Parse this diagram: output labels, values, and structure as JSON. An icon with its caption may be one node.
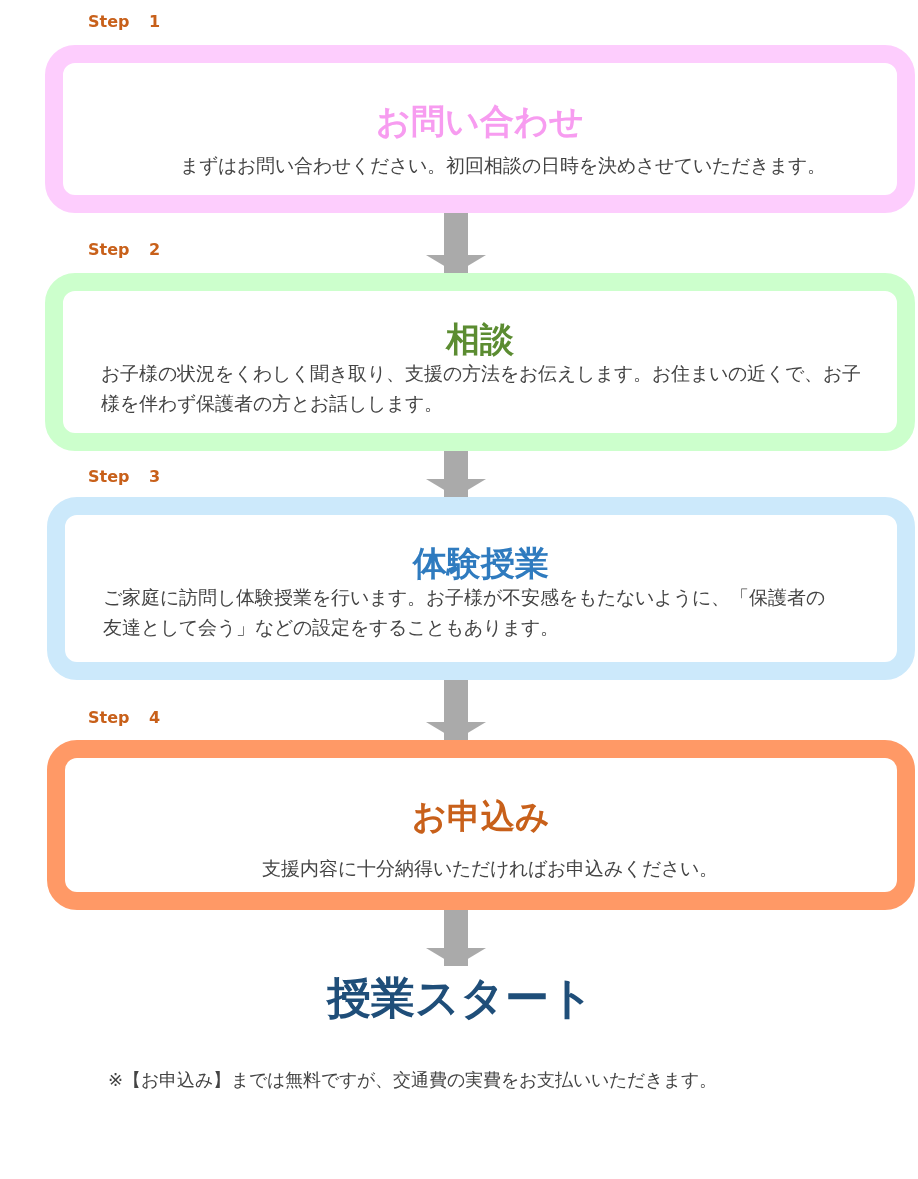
{
  "diagram": {
    "nodes": [
      {
        "text": [
          "お問い合わせ",
          "まずはお問い合わせください。初回相談の日時を決めさせていただきます。"
        ],
        "beside": [
          "Step 1"
        ]
      },
      {
        "text": [
          "相談",
          "お子様の状況をくわしく聞き取り、支援の方法をお伝えします。お住まいの近くで、お子様を伴わず保護者の方とお話しします。"
        ],
        "beside": [
          "Step 2"
        ]
      },
      {
        "text": [
          "体験授業",
          "ご家庭に訪問し体験授業を行います。お子様が不安感をもたないように、「保護者の友達として会う」などの設定をすることもあります。"
        ],
        "beside": [
          "Step 3"
        ]
      },
      {
        "text": [
          "お申込み",
          "支援内容に十分納得いただければお申込みください。"
        ],
        "beside": [
          "Step 4"
        ]
      },
      {
        "text": [
          "授業スタート"
        ]
      }
    ],
    "edges": [
      {
        "from": 0,
        "to": 1,
        "arrow": "to"
      },
      {
        "from": 1,
        "to": 2,
        "arrow": "to"
      },
      {
        "from": 2,
        "to": 3,
        "arrow": "to"
      },
      {
        "from": 3,
        "to": 4,
        "arrow": "to"
      }
    ],
    "labels": [
      "※【お申込み】までは無料ですが、交通費の実費をお支払いいただきます。"
    ]
  }
}
